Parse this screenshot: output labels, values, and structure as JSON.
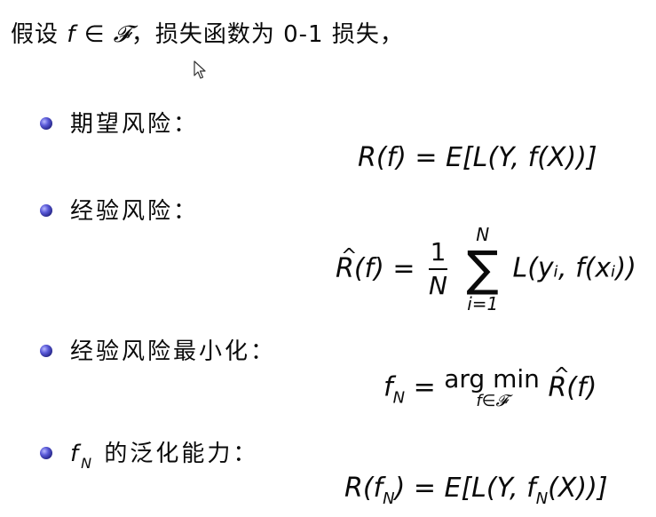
{
  "intro": {
    "prefix": "假设",
    "var": "f",
    "in": "∈",
    "set": "𝓕",
    "text": "，损失函数为 0-1 损失，"
  },
  "items": [
    {
      "label": "期望风险："
    },
    {
      "label": "经验风险："
    },
    {
      "label": "经验风险最小化："
    },
    {
      "label_var": "f",
      "label_sub": "N",
      "label_text": " 的泛化能力："
    }
  ],
  "formulas": {
    "expected_risk": "R(f) = E[L(Y, f(X))]",
    "empirical_lhs": "R(f) =",
    "empirical_frac_num": "1",
    "empirical_frac_den": "N",
    "empirical_sum_top": "N",
    "empirical_sum_bottom": "i=1",
    "empirical_rhs": "L(yᵢ, f(xᵢ))",
    "erm_lhs_var": "f",
    "erm_lhs_sub": "N",
    "erm_eq": " = ",
    "erm_op": "arg min",
    "erm_under": "f∈𝓕",
    "erm_rhs": "R(f)",
    "gen_lhs_prefix": "R(f",
    "gen_lhs_sub": "N",
    "gen_lhs_suffix": ") = E[L(Y, f",
    "gen_rhs_sub": "N",
    "gen_rhs_suffix": "(X))]"
  }
}
